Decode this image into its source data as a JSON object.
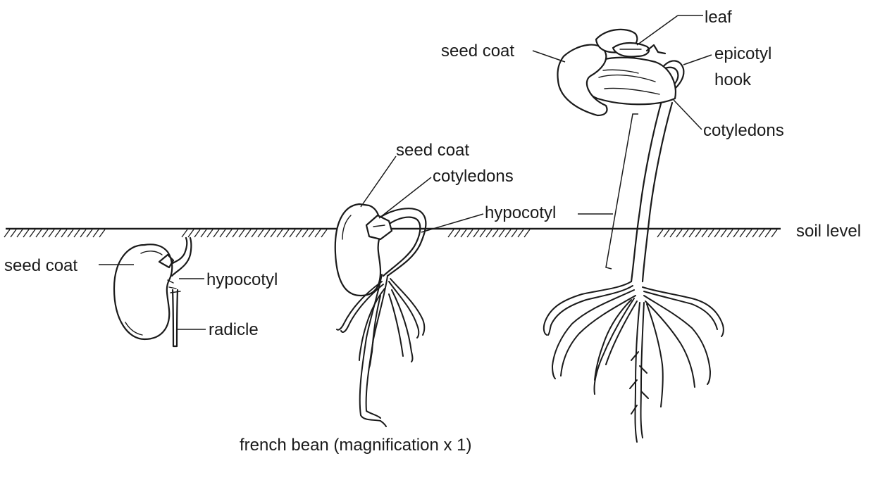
{
  "caption": "french bean (magnification x 1)",
  "labels": {
    "s1_seed_coat": "seed coat",
    "s1_hypocotyl": "hypocotyl",
    "s1_radicle": "radicle",
    "s2_seed_coat": "seed coat",
    "s2_cotyledons": "cotyledons",
    "hypocotyl_shared": "hypocotyl",
    "s3_leaf": "leaf",
    "s3_seed_coat": "seed coat",
    "s3_epicotyl": "epicotyl",
    "s3_hook": "hook",
    "s3_cotyledons": "cotyledons",
    "soil_level": "soil level"
  },
  "colors": {
    "ink": "#1a1a1a",
    "background": "#ffffff"
  }
}
